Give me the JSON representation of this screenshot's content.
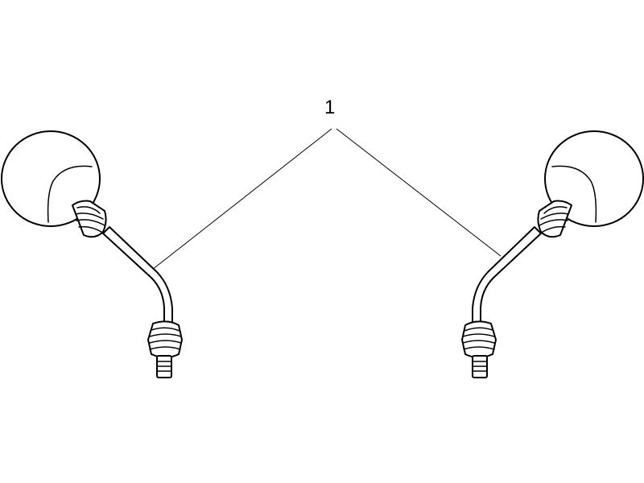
{
  "diagram": {
    "callout": {
      "label": "1"
    },
    "parts": [
      "left-mirror",
      "right-mirror"
    ],
    "colors": {
      "stroke": "#000000",
      "fill": "#ffffff"
    }
  }
}
